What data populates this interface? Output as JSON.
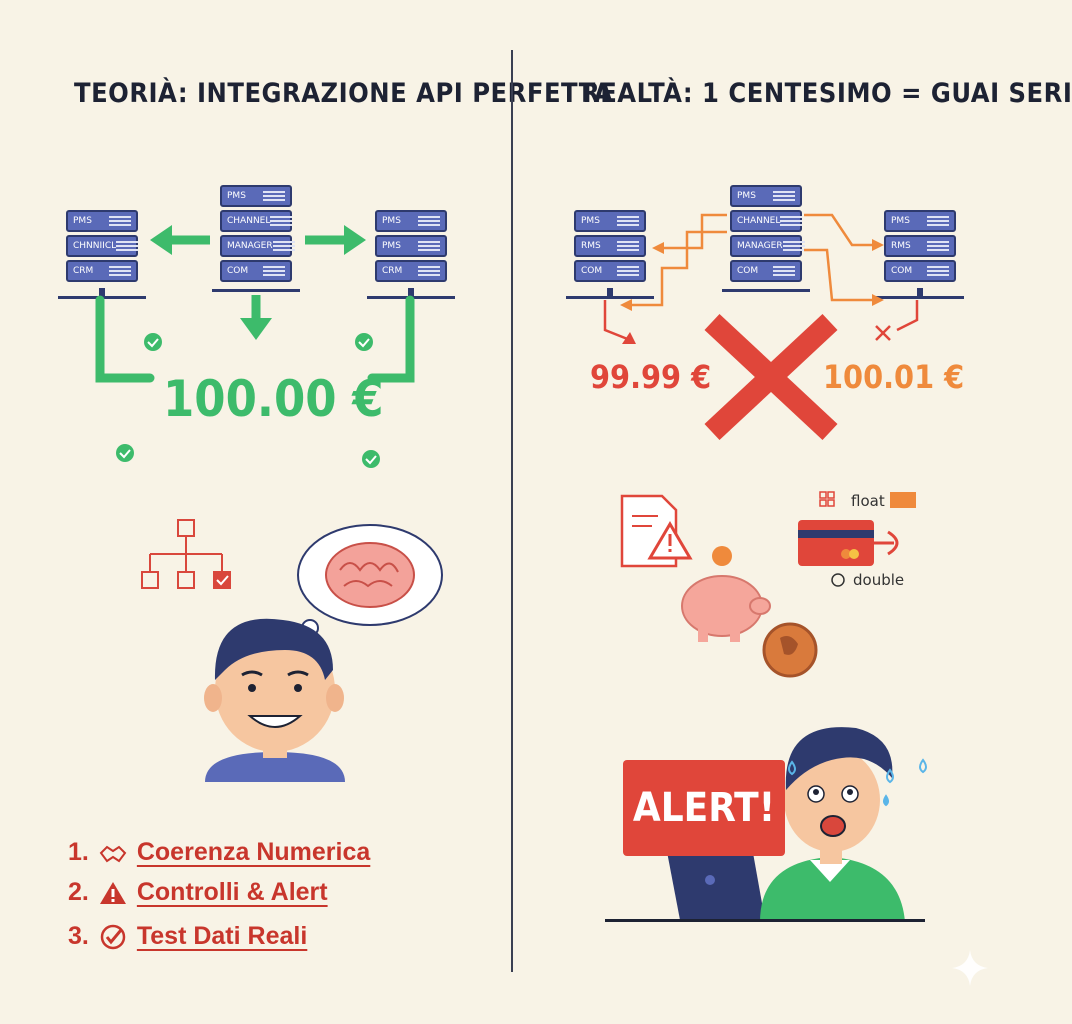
{
  "left": {
    "title": "TEORIÀ: INTEGRAZIONE API PERFETTA",
    "servers": [
      {
        "units": [
          "PMS",
          "CHNNIICL",
          "CRM"
        ]
      },
      {
        "units": [
          "PMS",
          "CHANNEL",
          "MANAGER",
          "COM"
        ]
      },
      {
        "units": [
          "PMS",
          "PMS",
          "CRM"
        ]
      }
    ],
    "amount": "100.00 €",
    "list": [
      {
        "num": "1.",
        "label": "Coerenza Numerica",
        "icon": "handshake-icon"
      },
      {
        "num": "2.",
        "label": "Controlli & Alert",
        "icon": "warning-icon"
      },
      {
        "num": "3.",
        "label": "Test Dati Reali",
        "icon": "check-circle-icon"
      }
    ]
  },
  "right": {
    "title": "REALTÀ: 1 CENTESIMO = GUAI SERI",
    "servers": [
      {
        "units": [
          "PMS",
          "RMS",
          "COM"
        ]
      },
      {
        "units": [
          "PMS",
          "CHANNEL",
          "MANAGER",
          "COM"
        ]
      },
      {
        "units": [
          "PMS",
          "RMS",
          "COM"
        ]
      }
    ],
    "amount_low": "99.99 €",
    "amount_high": "100.01 €",
    "type_float": "float",
    "type_double": "double",
    "alert": "ALERT!"
  },
  "colors": {
    "green": "#3dbb6b",
    "red": "#e0463a",
    "orange": "#ef8a3c",
    "navy": "#2e3a6e"
  }
}
